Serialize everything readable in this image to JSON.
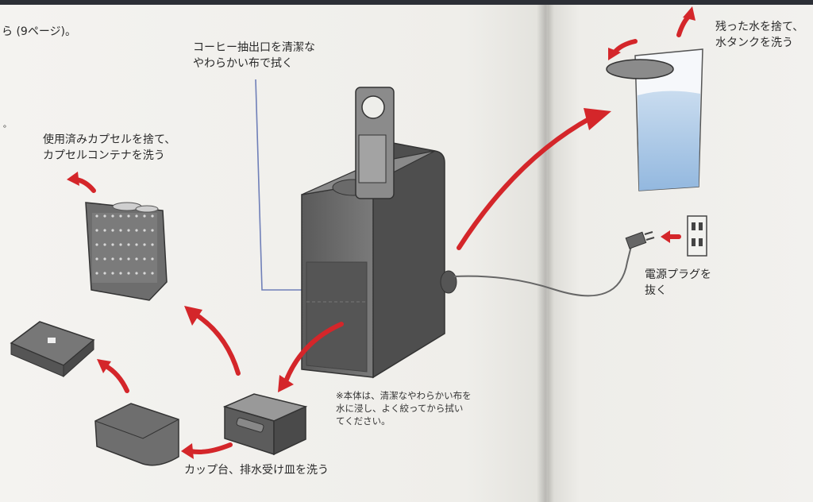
{
  "labels": {
    "page_ref": "ら (9ページ)。",
    "nozzle": [
      "コーヒー抽出口を清潔な",
      "やわらかい布で拭く"
    ],
    "capsule": [
      "使用済みカプセルを捨て、",
      "カプセルコンテナを洗う"
    ],
    "tank": [
      "残った水を捨て、",
      "水タンクを洗う"
    ],
    "plug": [
      "電源プラグを",
      "抜く"
    ],
    "body_note": [
      "※本体は、清潔なやわらかい布を",
      "水に浸し、よく絞ってから拭い",
      "てください。"
    ],
    "tray": "カップ台、排水受け皿を洗う",
    "edge_mark": "。"
  },
  "colors": {
    "arrow_red": "#d4262a",
    "tank_water": "#9fc1e3",
    "machine_gray": "#6a6a6a",
    "pointer_blue": "#6f7fb8"
  }
}
